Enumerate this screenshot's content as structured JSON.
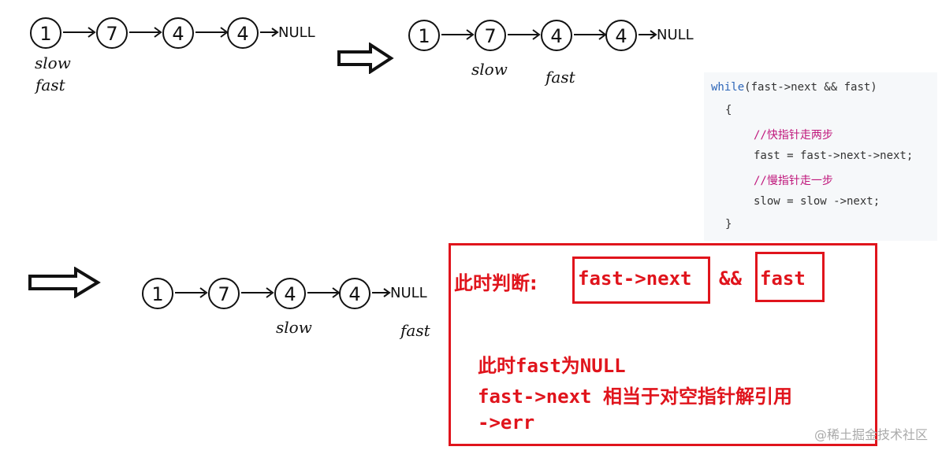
{
  "lists": [
    {
      "id": "list-1",
      "values": [
        "1",
        "7",
        "4",
        "4"
      ],
      "null_label": "NULL"
    },
    {
      "id": "list-2",
      "values": [
        "1",
        "7",
        "4",
        "4"
      ],
      "null_label": "NULL"
    },
    {
      "id": "list-3",
      "values": [
        "1",
        "7",
        "4",
        "4"
      ],
      "null_label": "NULL"
    }
  ],
  "pointers": {
    "step1": {
      "slow": "slow",
      "fast": "fast"
    },
    "step2": {
      "slow": "slow",
      "fast": "fast"
    },
    "step3": {
      "slow": "slow",
      "fast": "fast"
    }
  },
  "code": {
    "lines": [
      {
        "kw": "while",
        "text": "(fast->next && fast)"
      },
      {
        "text": "{"
      },
      {
        "comment": "//快指针走两步"
      },
      {
        "text": "fast = fast->next->next;"
      },
      {
        "comment": "//慢指针走一步"
      },
      {
        "text": "slow = slow ->next;"
      },
      {
        "text": "}"
      }
    ]
  },
  "explanation": {
    "judge_label": "此时判断:",
    "cond_left": "fast->next",
    "cond_op": "&&",
    "cond_right": "fast",
    "line1": "此时fast为NULL",
    "line2": "fast->next 相当于对空指针解引用",
    "line3": "->err"
  },
  "watermark": "@稀土掘金技术社区",
  "colors": {
    "red": "#e0141c",
    "keyword": "#2c65b8",
    "comment": "#c0187c"
  }
}
